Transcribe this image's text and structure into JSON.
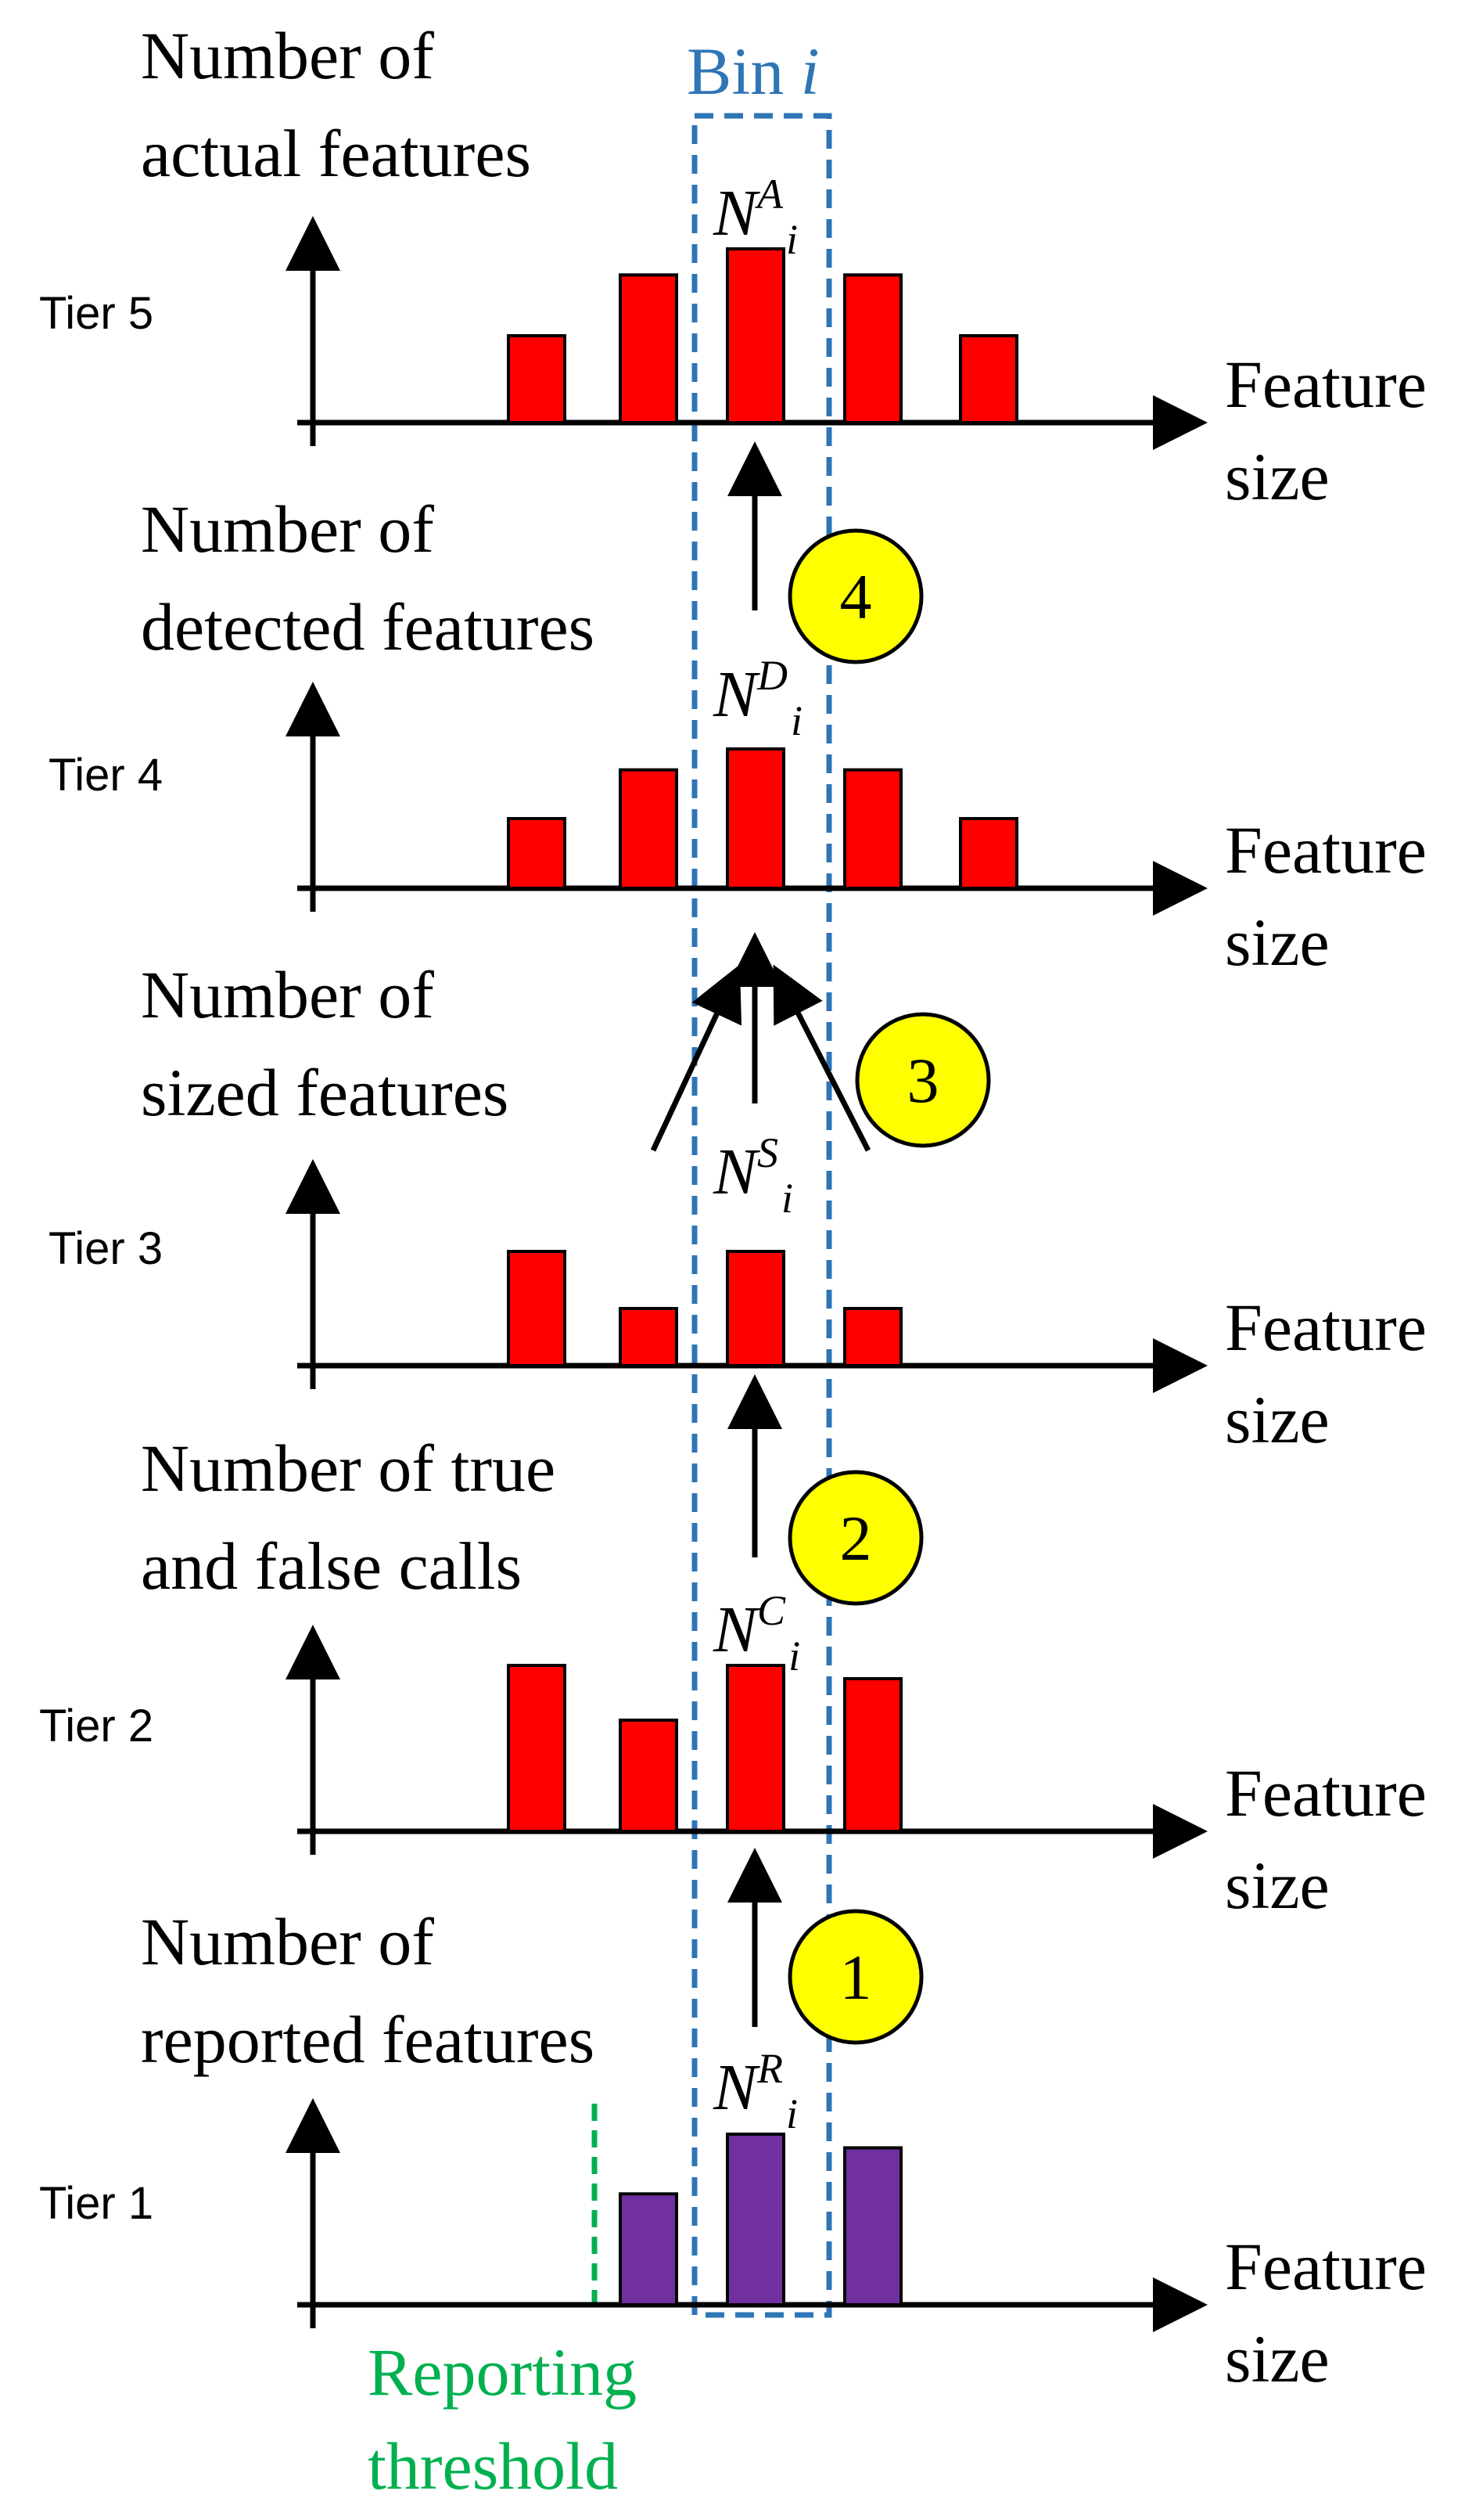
{
  "colors": {
    "bar_red": "#ff0000",
    "bar_purple": "#7030a0",
    "bin_box": "#2e75b6",
    "threshold": "#00b050",
    "step_circle": "#ffff00",
    "axis": "#000000"
  },
  "bin": {
    "label_prefix": "Bin ",
    "label_var": "i"
  },
  "threshold_label": [
    "Reporting",
    "threshold"
  ],
  "tiers": [
    {
      "tier_label": "Tier 5",
      "ylabel": [
        "Number of",
        "actual features"
      ],
      "xlabel": [
        "Feature",
        "size"
      ],
      "n_base": "N",
      "n_sup": "A",
      "n_sub": "i"
    },
    {
      "tier_label": "Tier 4",
      "ylabel": [
        "Number of",
        "detected features"
      ],
      "xlabel": [
        "Feature",
        "size"
      ],
      "n_base": "N",
      "n_sup": "D",
      "n_sub": "i"
    },
    {
      "tier_label": "Tier 3",
      "ylabel": [
        "Number of",
        "sized features"
      ],
      "xlabel": [
        "Feature",
        "size"
      ],
      "n_base": "N",
      "n_sup": "S",
      "n_sub": "i"
    },
    {
      "tier_label": "Tier 2",
      "ylabel": [
        "Number of true",
        "and false calls"
      ],
      "xlabel": [
        "Feature",
        "size"
      ],
      "n_base": "N",
      "n_sup": "C",
      "n_sub": "i"
    },
    {
      "tier_label": "Tier 1",
      "ylabel": [
        "Number of",
        "reported features"
      ],
      "xlabel": [
        "Feature",
        "size"
      ],
      "n_base": "N",
      "n_sup": "R",
      "n_sub": "i"
    }
  ],
  "steps": [
    "4",
    "3",
    "2",
    "1"
  ],
  "chart_data": [
    {
      "type": "bar",
      "tier": "Tier 5",
      "bin_index": 2,
      "relative_values": [
        0.5,
        0.85,
        1.0,
        0.85,
        0.5
      ],
      "color": "#ff0000"
    },
    {
      "type": "bar",
      "tier": "Tier 4",
      "bin_index": 2,
      "relative_values": [
        0.5,
        0.85,
        1.0,
        0.85,
        0.5
      ],
      "color": "#ff0000"
    },
    {
      "type": "bar",
      "tier": "Tier 3",
      "bin_index": 2,
      "relative_values": [
        1.0,
        0.5,
        1.0,
        0.5
      ],
      "color": "#ff0000"
    },
    {
      "type": "bar",
      "tier": "Tier 2",
      "bin_index": 2,
      "relative_values": [
        1.0,
        0.67,
        1.0,
        0.92
      ],
      "color": "#ff0000"
    },
    {
      "type": "bar",
      "tier": "Tier 1",
      "bin_index": 1,
      "relative_values": [
        0.65,
        1.0,
        0.92
      ],
      "color": "#7030a0"
    }
  ]
}
